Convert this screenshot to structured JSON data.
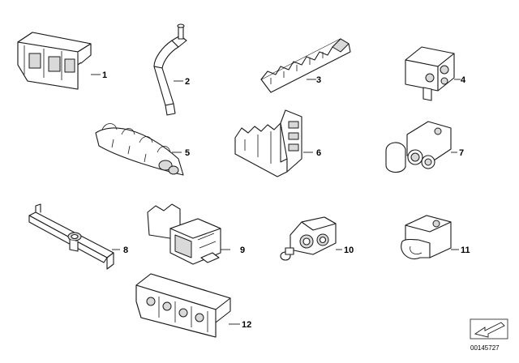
{
  "diagram": {
    "parts": [
      {
        "number": "1"
      },
      {
        "number": "2"
      },
      {
        "number": "3"
      },
      {
        "number": "4"
      },
      {
        "number": "5"
      },
      {
        "number": "6"
      },
      {
        "number": "7"
      },
      {
        "number": "8"
      },
      {
        "number": "9"
      },
      {
        "number": "10"
      },
      {
        "number": "11"
      },
      {
        "number": "12"
      }
    ],
    "reference_code": "00145727",
    "corner_icon": "arrow-icon"
  }
}
